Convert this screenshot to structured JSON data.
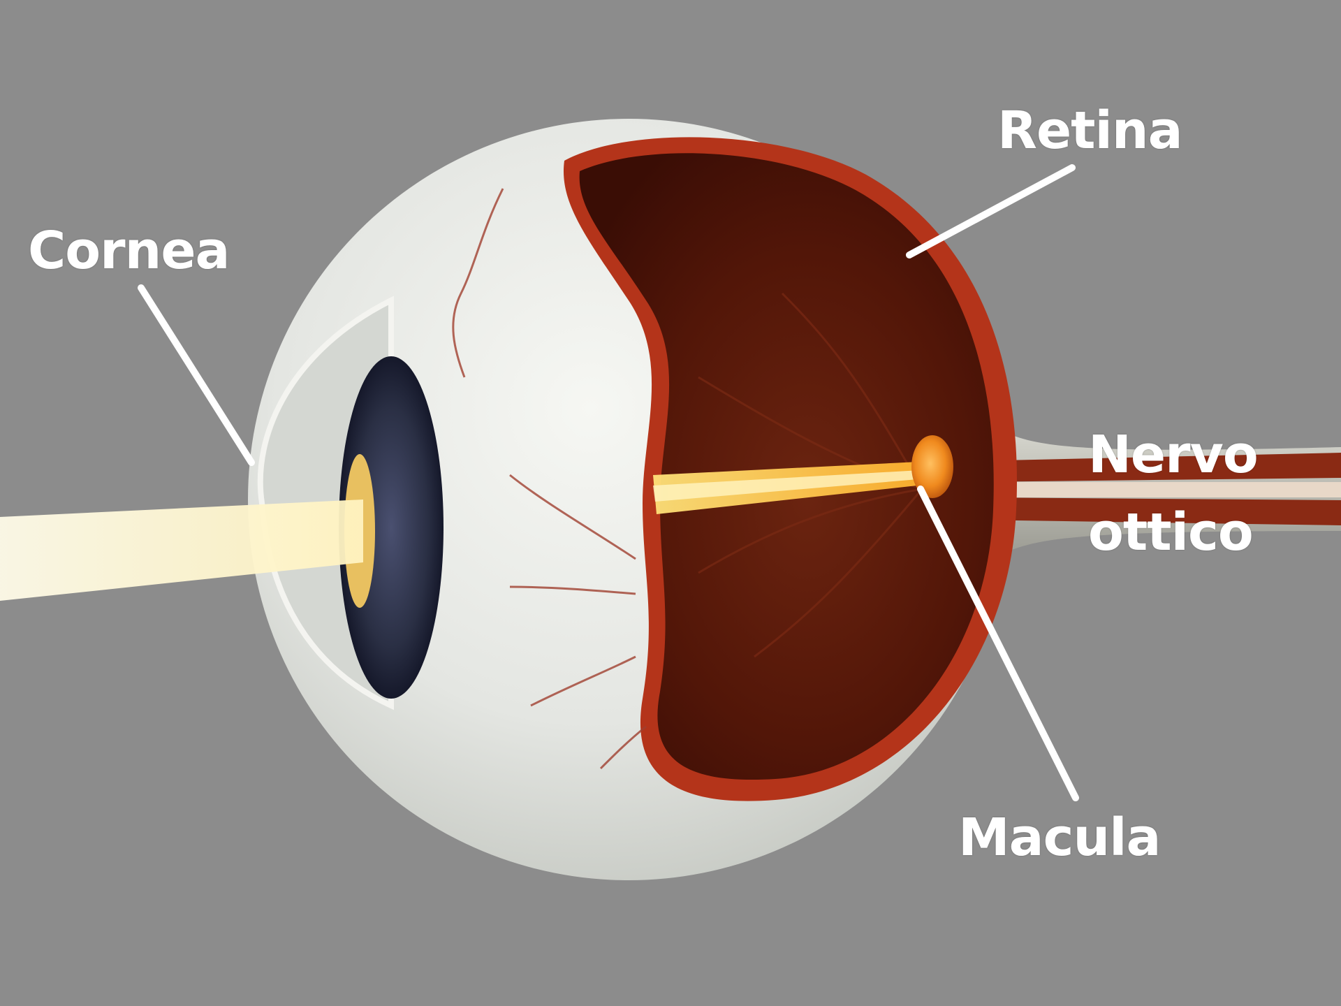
{
  "diagram": {
    "background_color": "#8c8c8c",
    "label_color": "#ffffff",
    "labels": {
      "cornea": "Cornea",
      "retina": "Retina",
      "optic_nerve_line1": "Nervo",
      "optic_nerve_line2": "ottico",
      "macula": "Macula"
    },
    "colors": {
      "sclera": "#e4e6e2",
      "choroid_interior": "#5a1a0c",
      "retina_rim": "#b4341a",
      "light_beam": "#fff6c8",
      "macula_spot": "#f08a1e",
      "iris": "#2a2f44",
      "pupil": "#e8c060",
      "optic_nerve": "#c8c8c0",
      "blood_vessel": "#a04030"
    },
    "icons": [
      "eyeball-cross-section",
      "light-beam",
      "optic-nerve",
      "blood-vessels",
      "leader-lines"
    ]
  }
}
